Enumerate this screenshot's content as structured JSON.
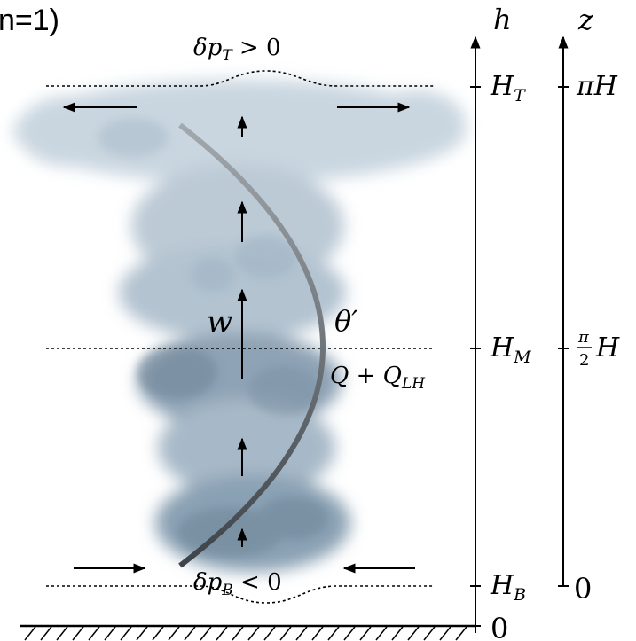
{
  "panel_label": "n=1)",
  "labels": {
    "dp_top_sym": "δp",
    "dp_top_sub": "T",
    "dp_top_rel": " > 0",
    "dp_bot_sym": "δp",
    "dp_bot_sub": "B",
    "dp_bot_rel": " < 0",
    "w": "w",
    "theta": "θ′",
    "q_main": "Q + Q",
    "q_sub": "LH"
  },
  "axis_h": {
    "label": "h",
    "ticks": [
      {
        "sym": "H",
        "sub": "T"
      },
      {
        "sym": "H",
        "sub": "M"
      },
      {
        "sym": "H",
        "sub": "B"
      },
      {
        "sym": "0",
        "sub": ""
      }
    ]
  },
  "axis_z": {
    "label": "z",
    "ticks": [
      {
        "text": "πH"
      },
      {
        "num": "π",
        "den": "2",
        "tail": "H"
      },
      {
        "text": "0"
      }
    ]
  },
  "colors": {
    "cloud_light": "#c9d6e0",
    "cloud_mid": "#9fb4c4",
    "cloud_dark": "#6e8497",
    "curve_top": "#a2a9ae",
    "curve_bottom": "#3d4348",
    "ink": "#000000"
  }
}
